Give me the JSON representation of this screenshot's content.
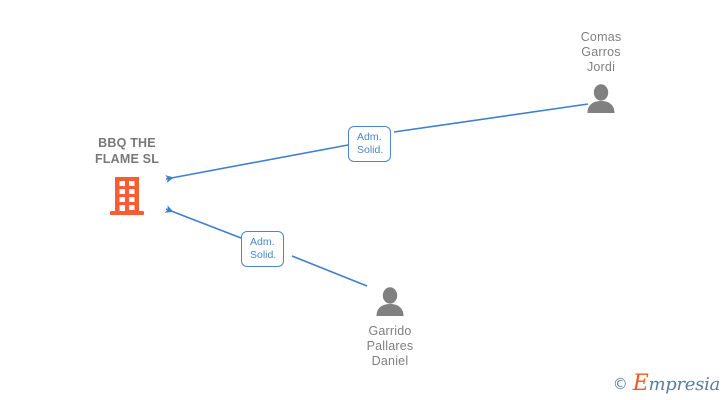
{
  "graph": {
    "company": {
      "name": "BBQ THE\nFLAME  SL",
      "icon": "building-icon",
      "icon_color": "#fa5c33"
    },
    "people": [
      {
        "name": "Comas\nGarros\nJordi",
        "icon": "person-icon",
        "icon_color": "#808080"
      },
      {
        "name": "Garrido\nPallares\nDaniel",
        "icon": "person-icon",
        "icon_color": "#808080"
      }
    ],
    "relations": [
      {
        "label": "Adm.\nSolid.",
        "from": "Comas Garros Jordi",
        "to": "BBQ THE FLAME SL"
      },
      {
        "label": "Adm.\nSolid.",
        "from": "Garrido Pallares Daniel",
        "to": "BBQ THE FLAME SL"
      }
    ],
    "edge_color": "#3f7fd0"
  },
  "watermark": {
    "copyright": "©",
    "brand_initial": "E",
    "brand_rest": "mpresia"
  }
}
